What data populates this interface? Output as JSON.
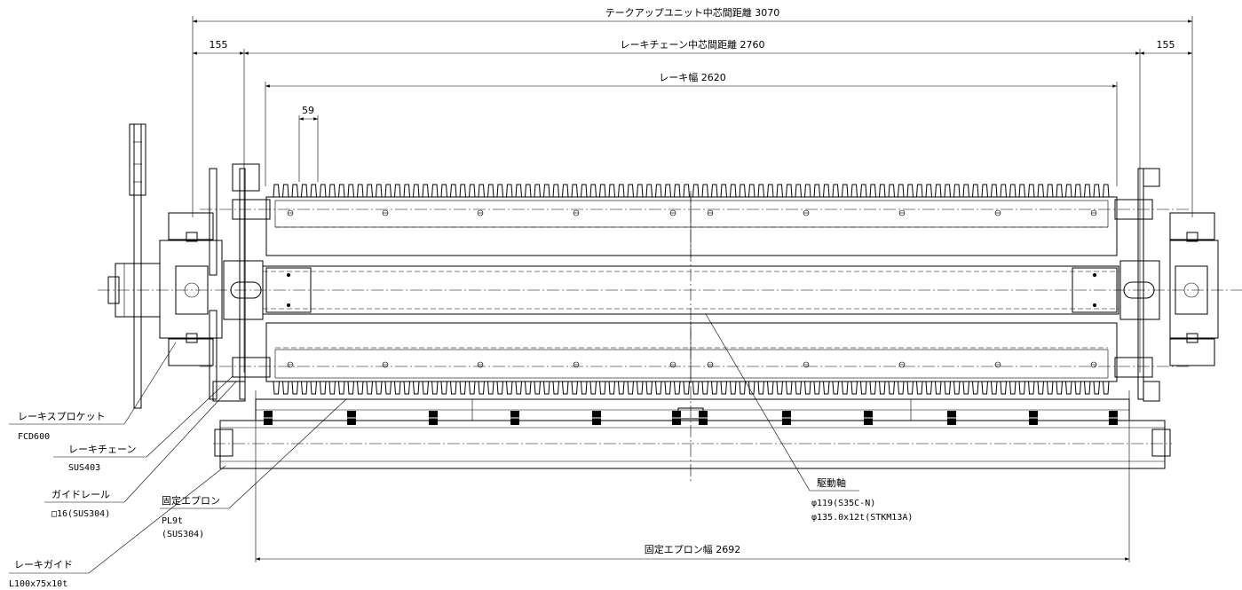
{
  "dimensions": {
    "takeup_center": "テークアップユニット中芯間距離 3070",
    "rake_chain_center": "レーキチェーン中芯間距離 2760",
    "left_offset": "155",
    "right_offset": "155",
    "rake_width": "レーキ幅 2620",
    "pitch": "59",
    "fixed_apron_width": "固定エプロン幅 2692"
  },
  "callouts": {
    "sprocket": {
      "name": "レーキスプロケット",
      "spec": "FCD600"
    },
    "chain": {
      "name": "レーキチェーン",
      "spec": "SUS403"
    },
    "guide_rail": {
      "name": "ガイドレール",
      "spec": "□16(SUS304)"
    },
    "fixed_apron": {
      "name": "固定エプロン",
      "spec": "PL9t",
      "spec2": "(SUS304)"
    },
    "rake_guide": {
      "name": "レーキガイド",
      "spec": "L100x75x10t"
    },
    "drive_shaft": {
      "name": "駆動軸",
      "spec": "φ119(S35C-N)",
      "spec2": "φ135.0x12t(STKM13A)"
    }
  }
}
